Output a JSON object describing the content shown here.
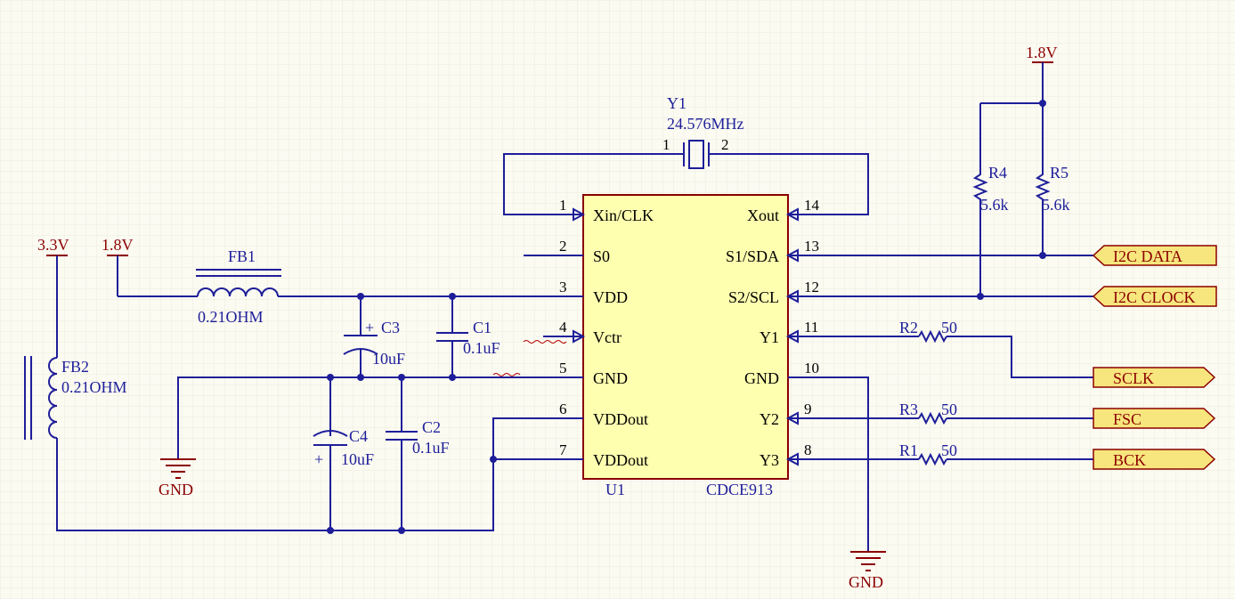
{
  "ic": {
    "designator": "U1",
    "part": "CDCE913",
    "pins_left": [
      {
        "num": "1",
        "name": "Xin/CLK"
      },
      {
        "num": "2",
        "name": "S0"
      },
      {
        "num": "3",
        "name": "VDD"
      },
      {
        "num": "4",
        "name": "Vctr"
      },
      {
        "num": "5",
        "name": "GND"
      },
      {
        "num": "6",
        "name": "VDDout"
      },
      {
        "num": "7",
        "name": "VDDout"
      }
    ],
    "pins_right": [
      {
        "num": "14",
        "name": "Xout"
      },
      {
        "num": "13",
        "name": "S1/SDA"
      },
      {
        "num": "12",
        "name": "S2/SCL"
      },
      {
        "num": "11",
        "name": "Y1"
      },
      {
        "num": "10",
        "name": "GND"
      },
      {
        "num": "9",
        "name": "Y2"
      },
      {
        "num": "8",
        "name": "Y3"
      }
    ]
  },
  "crystal": {
    "designator": "Y1",
    "value": "24.576MHz",
    "pin1": "1",
    "pin2": "2"
  },
  "ferrites": {
    "fb1": {
      "designator": "FB1",
      "value": "0.21OHM"
    },
    "fb2": {
      "designator": "FB2",
      "value": "0.21OHM"
    }
  },
  "capacitors": {
    "c1": {
      "designator": "C1",
      "value": "0.1uF"
    },
    "c2": {
      "designator": "C2",
      "value": "0.1uF"
    },
    "c3": {
      "designator": "C3",
      "value": "10uF"
    },
    "c4": {
      "designator": "C4",
      "value": "10uF"
    }
  },
  "resistors": {
    "r1": {
      "designator": "R1",
      "value": "50"
    },
    "r2": {
      "designator": "R2",
      "value": "50"
    },
    "r3": {
      "designator": "R3",
      "value": "50"
    },
    "r4": {
      "designator": "R4",
      "value": "5.6k"
    },
    "r5": {
      "designator": "R5",
      "value": "5.6k"
    }
  },
  "power": {
    "v33": "3.3V",
    "v18_left": "1.8V",
    "v18_top": "1.8V",
    "gnd_left": "GND",
    "gnd_right": "GND"
  },
  "ports": {
    "i2c_data": "I2C DATA",
    "i2c_clock": "I2C CLOCK",
    "sclk": "SCLK",
    "fsc": "FSC",
    "bck": "BCK"
  },
  "polarity": {
    "plus": "+"
  },
  "colors": {
    "background": "#fbfbf2",
    "wire": "#1e1e9a",
    "ic_fill": "#ffffb0",
    "port_fill": "#f7e67d",
    "power_label": "#8b0000"
  }
}
